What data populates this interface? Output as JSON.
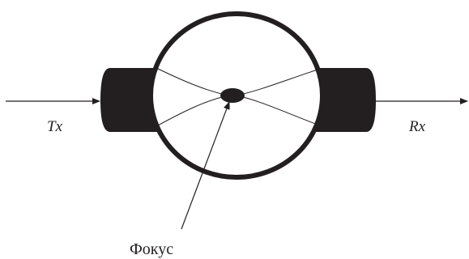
{
  "diagram": {
    "labels": {
      "transmitter": "Tx",
      "receiver": "Rx",
      "focus": "Фокус"
    },
    "colors": {
      "ink": "#231f20",
      "background": "#ffffff"
    }
  }
}
